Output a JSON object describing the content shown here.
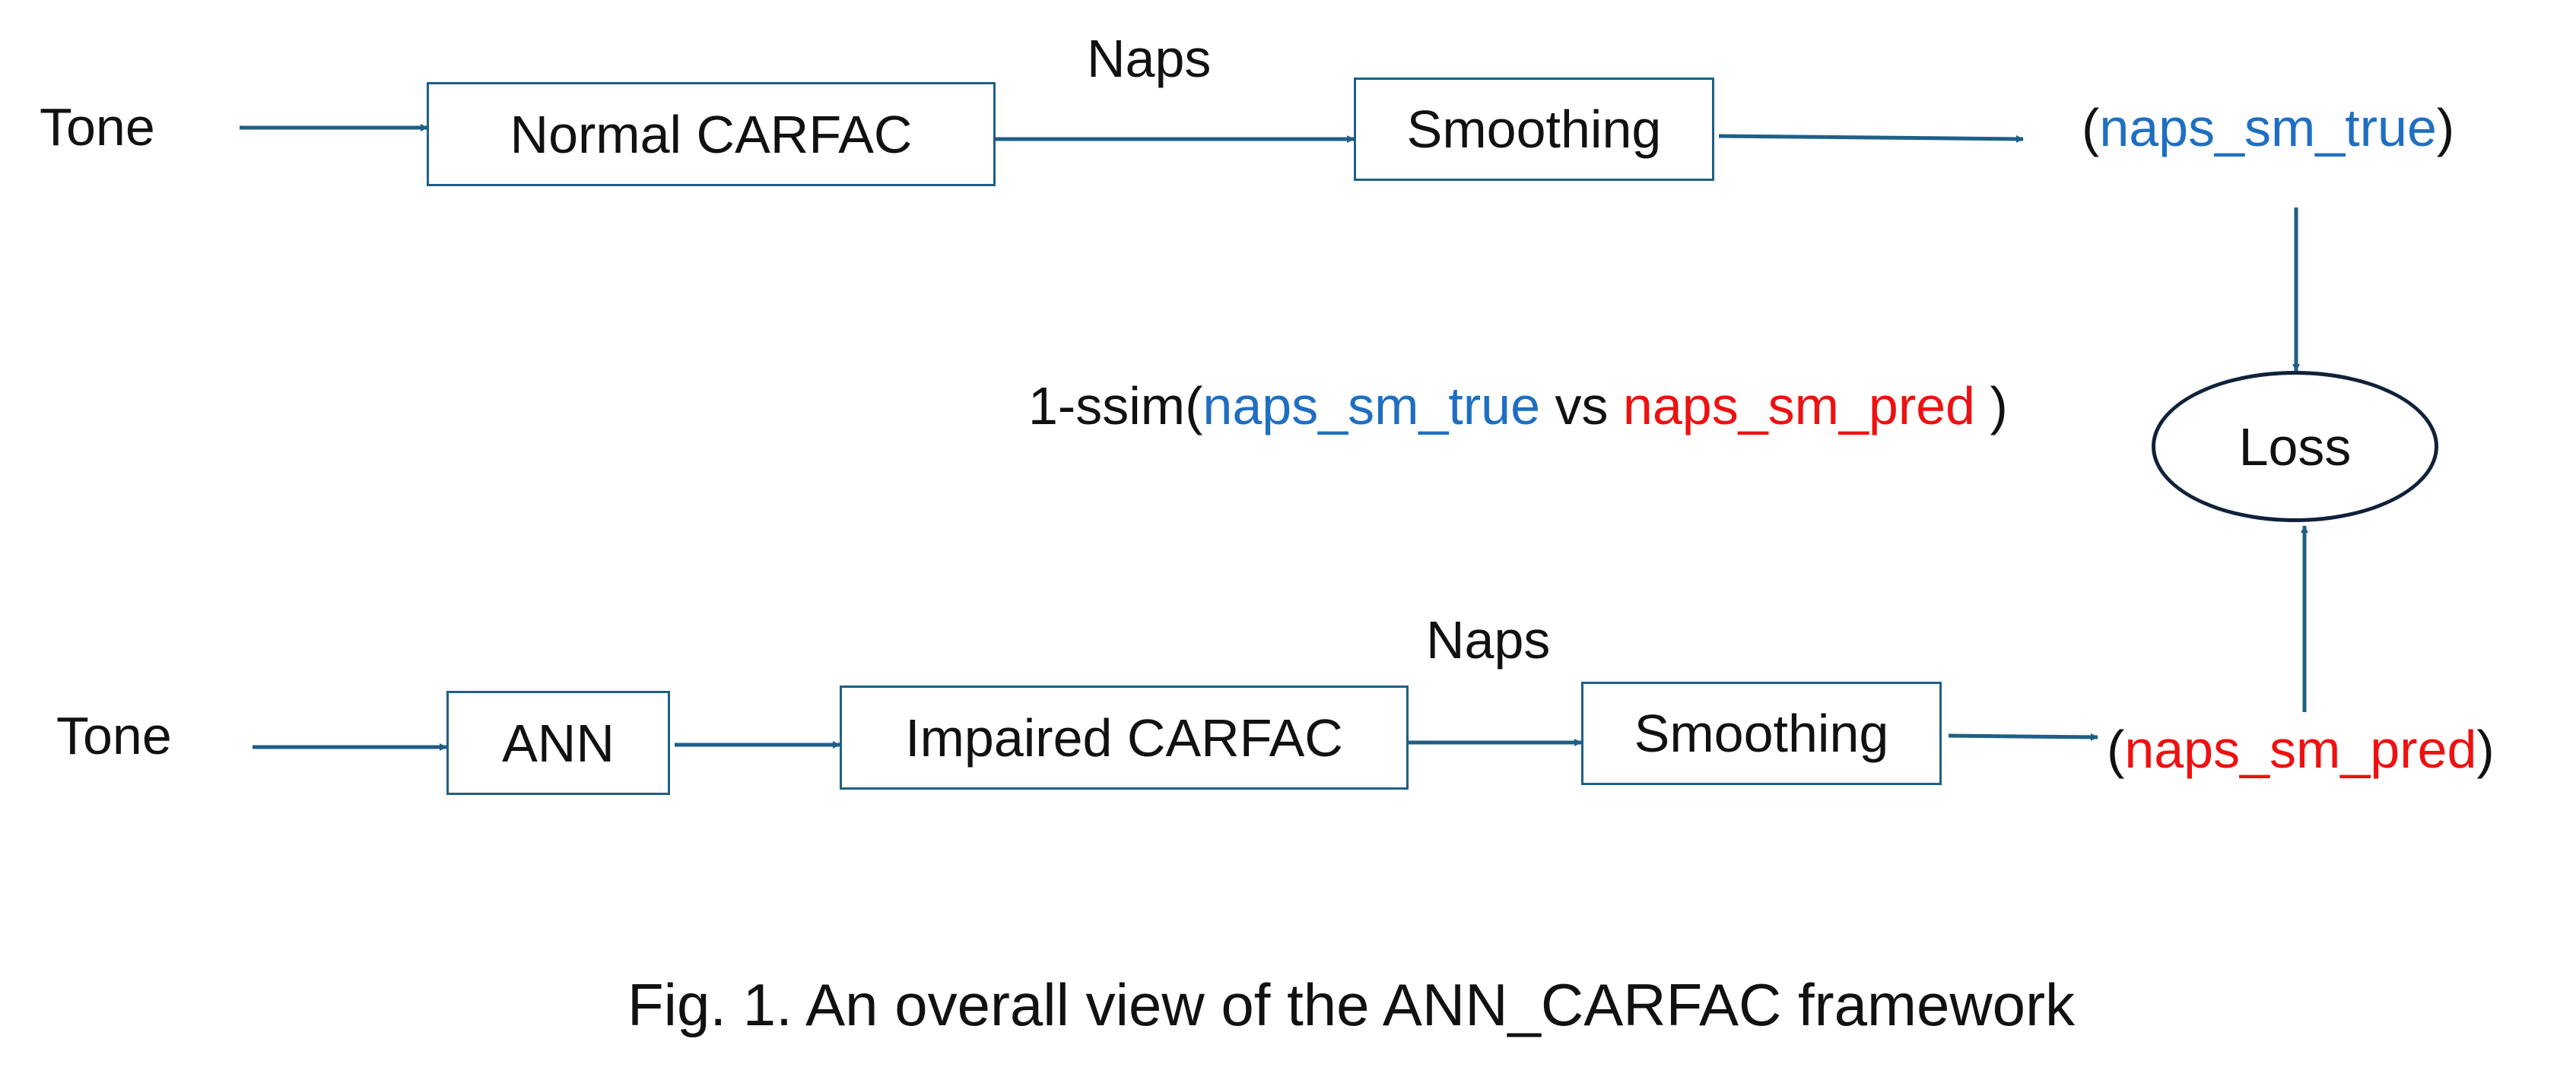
{
  "top_row": {
    "input_label": "Tone",
    "box1": "Normal CARFAC",
    "edge_label": "Naps",
    "box2": "Smoothing",
    "output": {
      "open": "(",
      "var": "naps_sm_true",
      "close": ")"
    }
  },
  "bottom_row": {
    "input_label": "Tone",
    "box1": "ANN",
    "box2": "Impaired CARFAC",
    "edge_label": "Naps",
    "box3": "Smoothing",
    "output": {
      "open": "(",
      "var": "naps_sm_pred",
      "close": ")"
    }
  },
  "loss": {
    "label": "Loss",
    "formula": {
      "prefix": "1-ssim(",
      "true_var": "naps_sm_true",
      "vs": " vs ",
      "pred_var": "naps_sm_pred",
      "suffix": " )"
    }
  },
  "caption": "Fig. 1. An overall view of the ANN_CARFAC framework",
  "colors": {
    "arrow": "#1f5f86",
    "true_var": "#1f6fc0",
    "pred_var": "#ee1111",
    "ellipse_border": "#10223a"
  }
}
